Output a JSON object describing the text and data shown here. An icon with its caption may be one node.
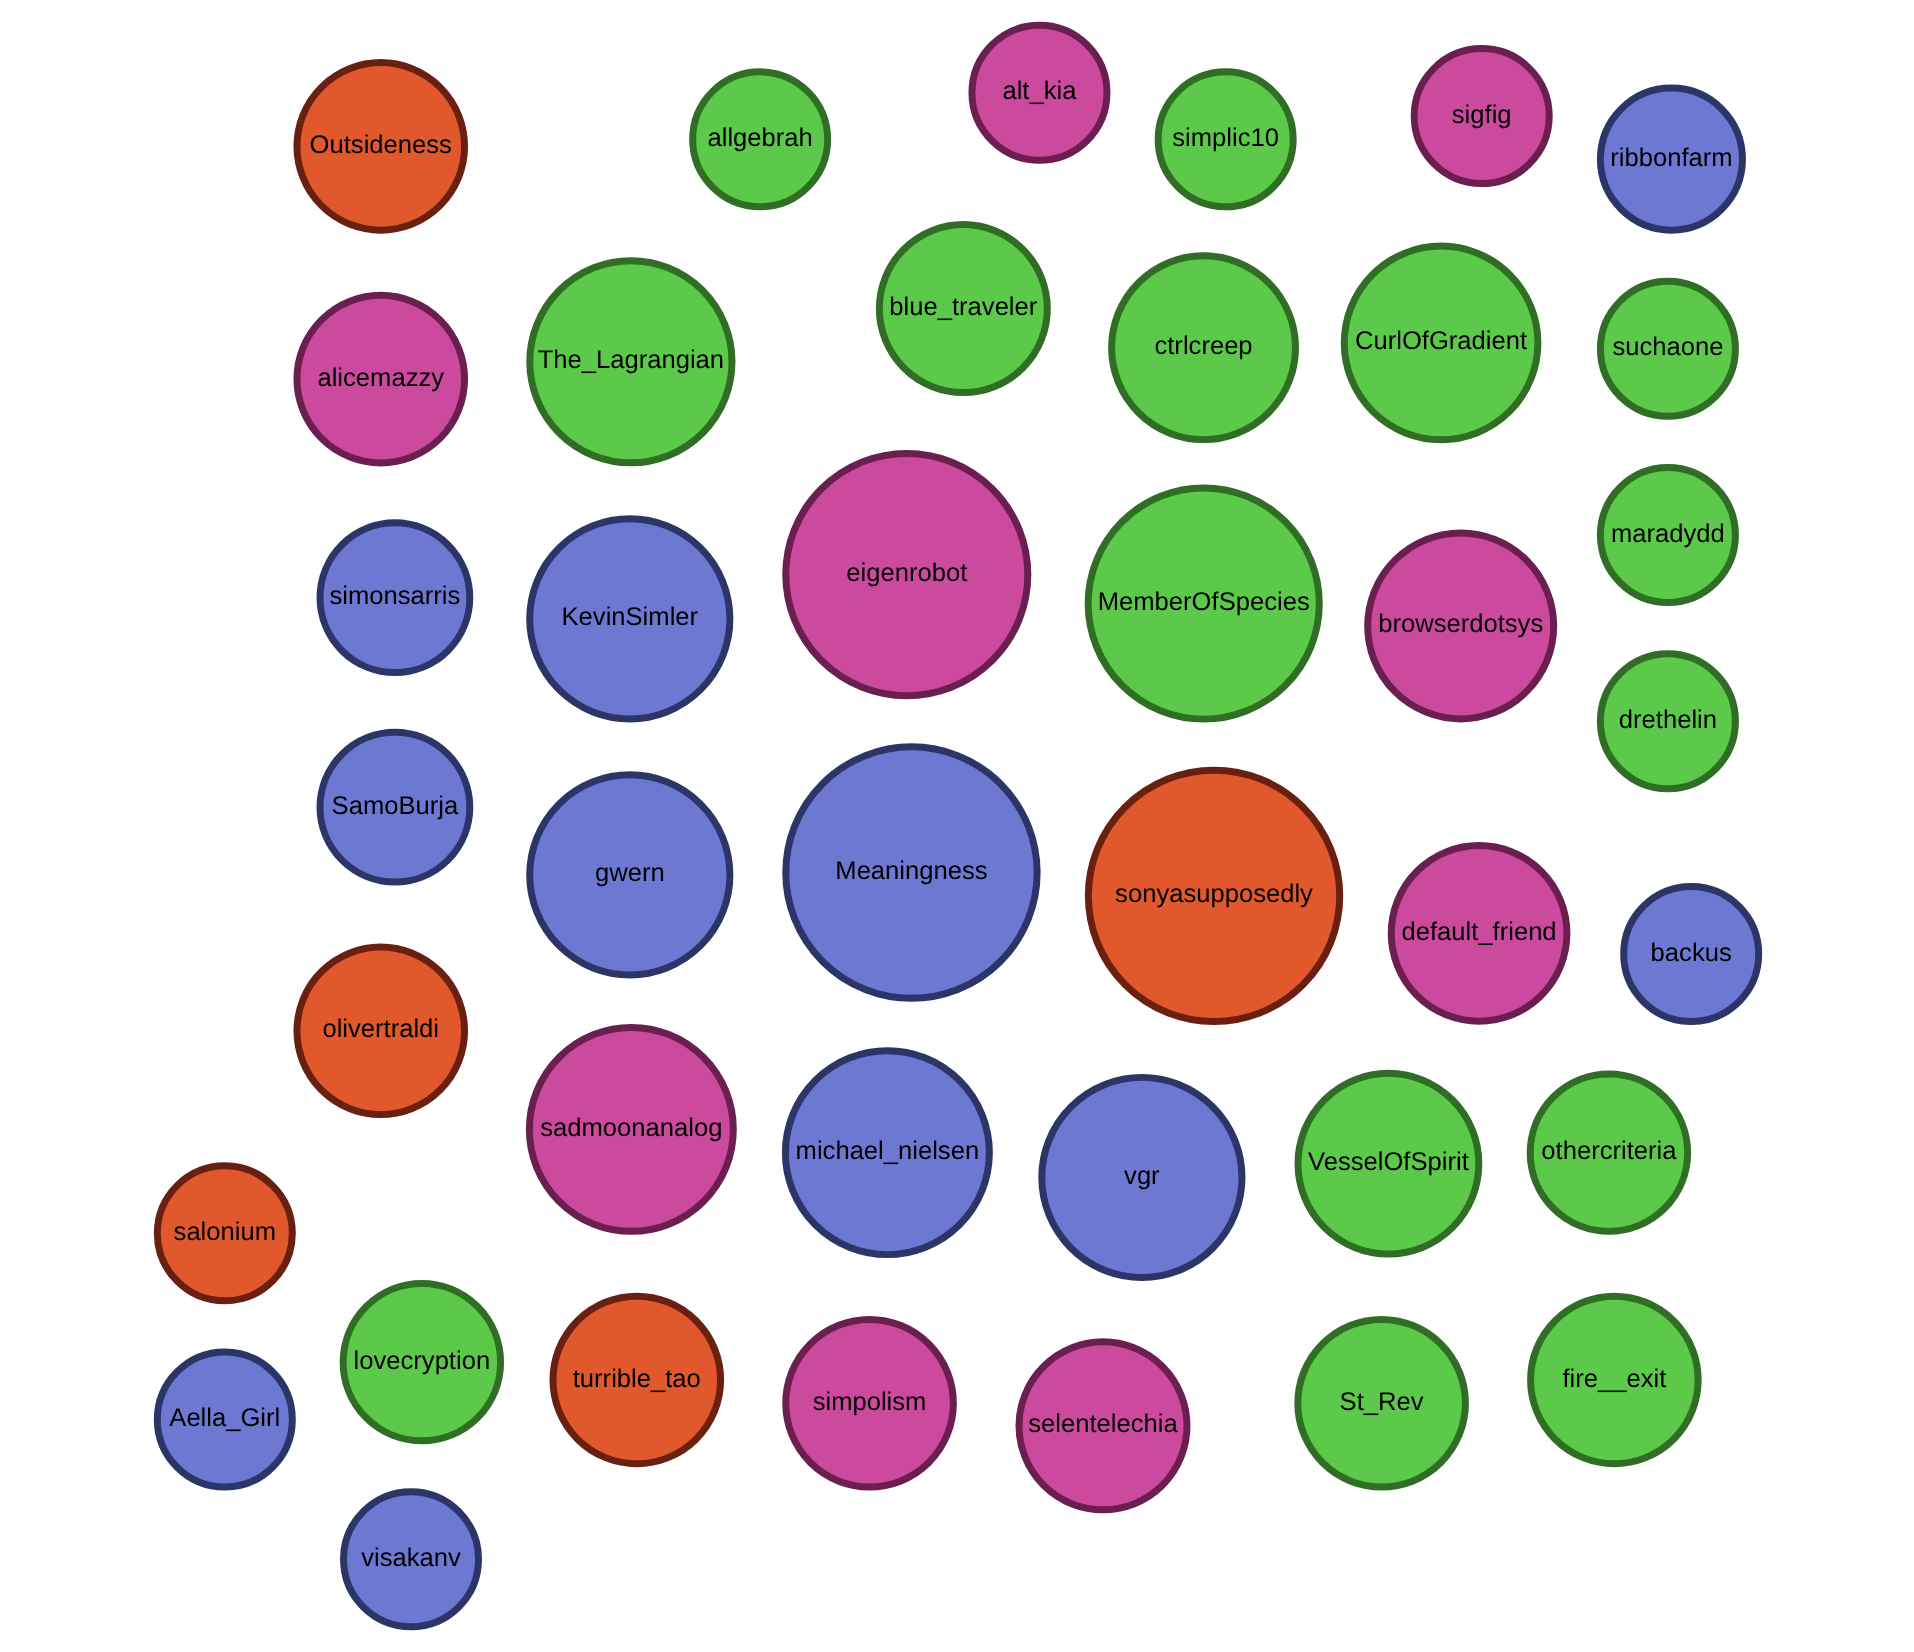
{
  "diagram": {
    "nodes": [
      {
        "text": [
          "blue_traveler"
        ]
      },
      {
        "text": [
          "MemberOfSpecies"
        ]
      },
      {
        "text": [
          "simplic10"
        ]
      },
      {
        "text": [
          "VesselOfSpirit"
        ]
      },
      {
        "text": [
          "lovecryption"
        ]
      },
      {
        "text": [
          "fire__exit"
        ]
      },
      {
        "text": [
          "allgebrah"
        ]
      },
      {
        "text": [
          "CurlOfGradient"
        ]
      },
      {
        "text": [
          "turrible_tao"
        ]
      },
      {
        "text": [
          "St_Rev"
        ]
      },
      {
        "text": [
          "drethelin"
        ]
      },
      {
        "text": [
          "othercriteria"
        ]
      },
      {
        "text": [
          "maradydd"
        ]
      },
      {
        "text": [
          "suchaone"
        ]
      },
      {
        "text": [
          "ctrlcreep"
        ]
      },
      {
        "text": [
          "The_Lagrangian"
        ]
      },
      {
        "text": [
          "KevinSimler"
        ]
      },
      {
        "text": [
          "Outsideness"
        ]
      },
      {
        "text": [
          "alicemazzy"
        ]
      },
      {
        "text": [
          "gwern"
        ]
      },
      {
        "text": [
          "Meaningness"
        ]
      },
      {
        "text": [
          "ribbonfarm"
        ]
      },
      {
        "text": [
          "sigfig"
        ]
      },
      {
        "text": [
          "sadmoonanalog"
        ]
      },
      {
        "text": [
          "simonsarris"
        ]
      },
      {
        "text": [
          "SamoBurja"
        ]
      },
      {
        "text": [
          "michael_nielsen"
        ]
      },
      {
        "text": [
          "olivertraldi"
        ]
      },
      {
        "text": [
          "eigenrobot"
        ]
      },
      {
        "text": [
          "vgr"
        ]
      },
      {
        "text": [
          "backus"
        ]
      },
      {
        "text": [
          "simpolism"
        ]
      },
      {
        "text": [
          "browserdotsys"
        ]
      },
      {
        "text": [
          "sonyasupposedly"
        ]
      },
      {
        "text": [
          "alt_kia"
        ]
      },
      {
        "text": [
          "salonium"
        ]
      },
      {
        "text": [
          "Aella_Girl"
        ]
      },
      {
        "text": [
          "selentelechia"
        ]
      },
      {
        "text": [
          "default_friend"
        ]
      },
      {
        "text": [
          "visakanv"
        ]
      }
    ]
  }
}
